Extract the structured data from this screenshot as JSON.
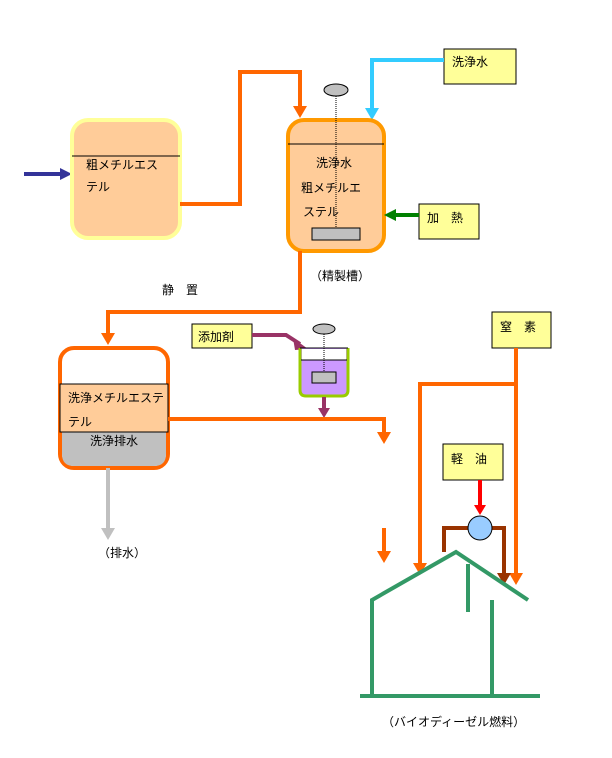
{
  "diagram": {
    "crude_tank": {
      "line1": "粗メチルエス",
      "line2": "テル"
    },
    "refine_tank": {
      "line1": "洗浄水",
      "line2": "粗メチルエ",
      "line3": "ステル",
      "caption": "（精製槽）"
    },
    "wash_water_label": "洗浄水",
    "heat_label": "加　熱",
    "settle_label": "静　置",
    "separation_tank": {
      "ester_line1": "洗浄メチルエステ",
      "ester_line2": "テル",
      "wastewater": "洗浄排水"
    },
    "drain_label": "（排水）",
    "additive_label": "添加剤",
    "nitrogen_label": "窒　素",
    "gas_oil_label": "軽　油",
    "product_label": "（バイオディーゼル燃料）",
    "colors": {
      "flow_main": "#ff6600",
      "feed_arrow": "#333399",
      "wash_water": "#33ccff",
      "heat": "#008000",
      "additive": "#993366",
      "gas_oil": "#ff0000",
      "gas_oil_pipe": "#993300",
      "drain": "#c0c0c0",
      "building": "#339966",
      "tank_fill": "#ffcc99",
      "label_fill": "#ffff99",
      "additive_fill": "#cc99ff"
    }
  }
}
